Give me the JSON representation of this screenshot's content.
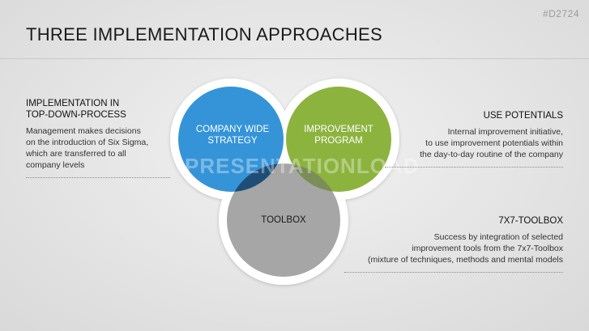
{
  "code": "#D2724",
  "title": "THREE IMPLEMENTATION APPROACHES",
  "watermark": "PRESENTATIONLOAD",
  "circles": {
    "strategy": {
      "line1": "COMPANY WIDE",
      "line2": "STRATEGY",
      "color": "#3594d8"
    },
    "improvement": {
      "line1": "IMPROVEMENT",
      "line2": "PROGRAM",
      "color": "#8db33f"
    },
    "toolbox": {
      "line1": "TOOLBOX",
      "color": "#a6a6a6"
    },
    "overlap_color": "#1e4d75"
  },
  "blocks": {
    "top_down": {
      "heading_line1": "IMPLEMENTATION IN",
      "heading_line2": "TOP-DOWN-PROCESS",
      "lines": [
        "Management makes decisions",
        "on the introduction of Six Sigma,",
        "which are transferred to all",
        "company levels"
      ]
    },
    "potentials": {
      "heading": "USE POTENTIALS",
      "lines": [
        "Internal improvement initiative,",
        "to use improvement potentials within",
        "the day-to-day routine of the company"
      ]
    },
    "toolbox": {
      "heading": "7X7-TOOLBOX",
      "lines": [
        "Success by integration of selected",
        "improvement tools from the 7x7-Toolbox",
        "(mixture of techniques, methods and mental models"
      ]
    }
  }
}
